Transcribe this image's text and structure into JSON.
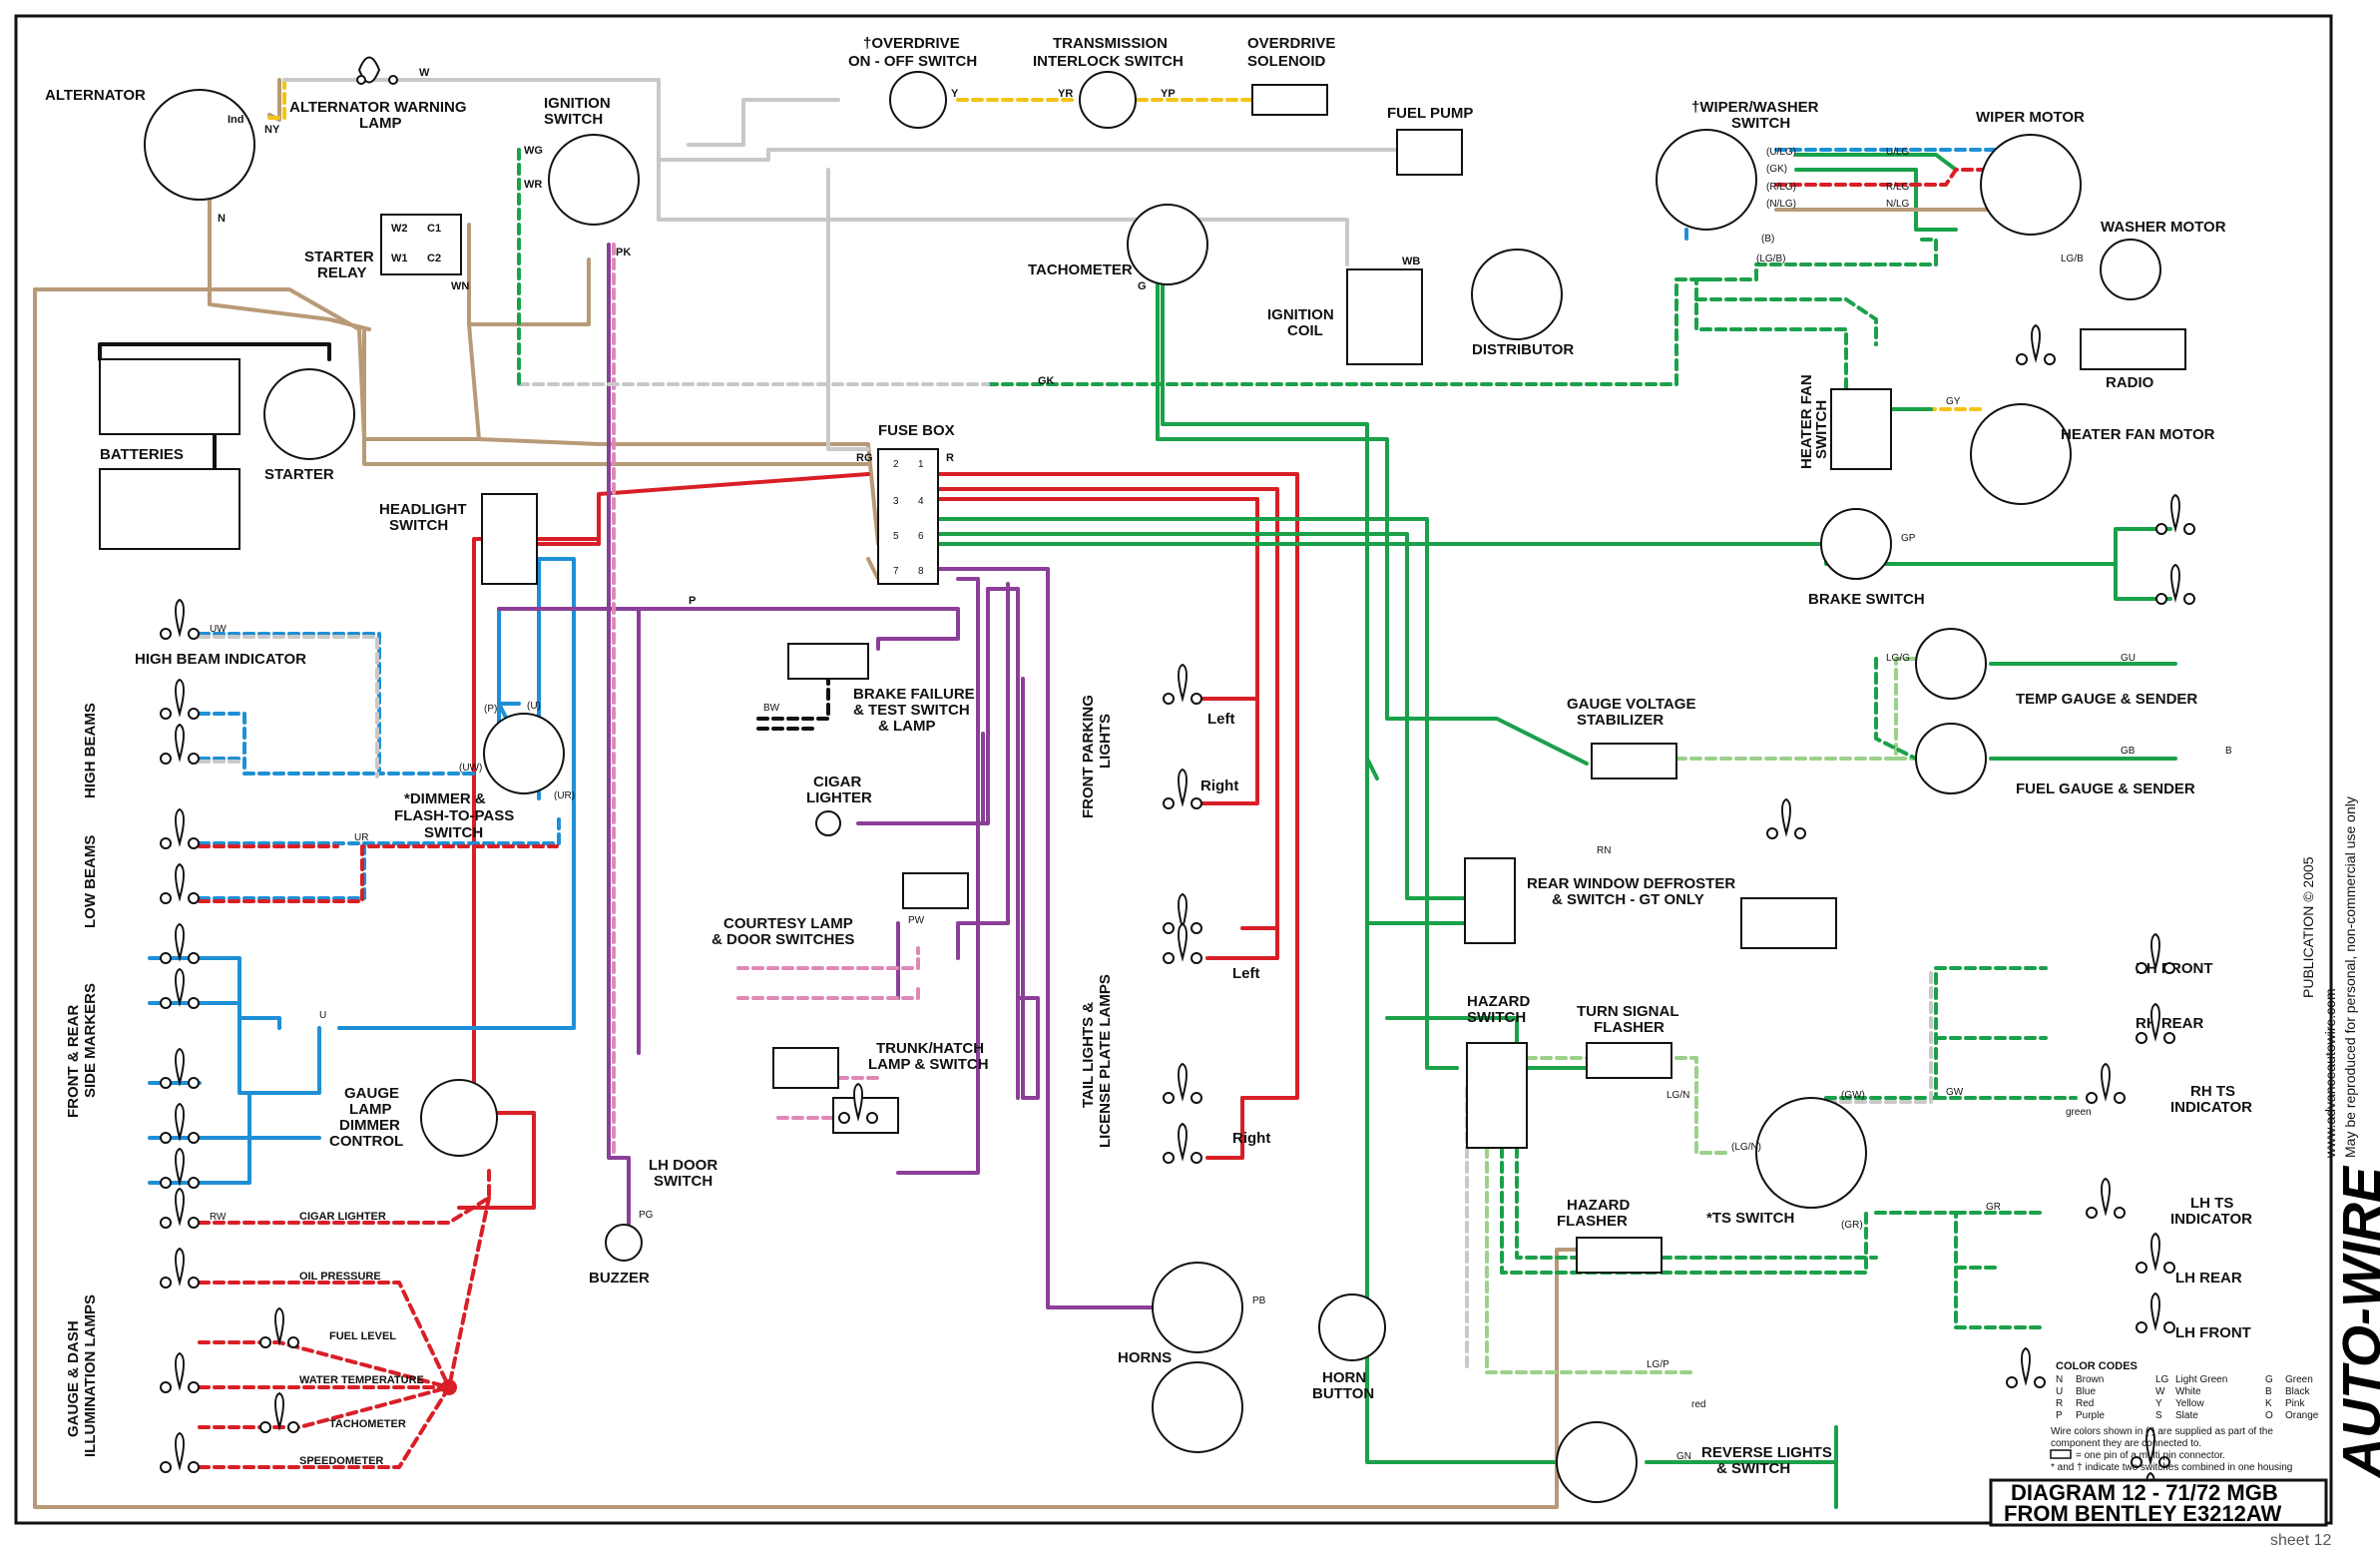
{
  "title": {
    "line1": "DIAGRAM 12 - 71/72 MGB",
    "line2": "FROM BENTLEY E3212AW"
  },
  "sheet": "sheet 12",
  "publisher": {
    "brand": "AUTO-WIRE",
    "credit": "PUBLICATION © 2005",
    "url": "www.advanceautowire.com",
    "notice": "May be reproduced for personal, non-commercial use only"
  },
  "colors": {
    "brown": "#b89a78",
    "red": "#d91f26",
    "blue": "#1f8fd6",
    "green": "#1aa14a",
    "purple": "#8c3f98",
    "white": "#c8c8c8",
    "lightgreen": "#9bd18a",
    "yellow": "#f3c316",
    "black": "#111111",
    "pink": "#e089b7",
    "frame": "#111111"
  },
  "components": {
    "alternator": "ALTERNATOR",
    "alt_warning_lamp": [
      "ALTERNATOR WARNING",
      "LAMP"
    ],
    "ignition_switch": [
      "IGNITION",
      "SWITCH"
    ],
    "starter_relay": [
      "STARTER",
      "RELAY"
    ],
    "batteries": "BATTERIES",
    "starter": "STARTER",
    "headlight_switch": [
      "HEADLIGHT",
      "SWITCH"
    ],
    "overdrive_switch": [
      "†OVERDRIVE",
      "ON - OFF SWITCH"
    ],
    "interlock_switch": [
      "TRANSMISSION",
      "INTERLOCK SWITCH"
    ],
    "overdrive_solenoid": [
      "OVERDRIVE",
      "SOLENOID"
    ],
    "fuel_pump": "FUEL PUMP",
    "tachometer": "TACHOMETER",
    "ignition_coil": [
      "IGNITION",
      "COIL"
    ],
    "distributor": "DISTRIBUTOR",
    "wiper_switch": [
      "†WIPER/WASHER",
      "SWITCH"
    ],
    "wiper_motor": "WIPER MOTOR",
    "washer_motor": "WASHER MOTOR",
    "radio": "RADIO",
    "heater_fan_switch": [
      "HEATER FAN",
      "SWITCH"
    ],
    "heater_fan_motor": "HEATER FAN MOTOR",
    "fuse_box": "FUSE BOX",
    "brake_switch": "BRAKE SWITCH",
    "temp_gauge": "TEMP GAUGE & SENDER",
    "fuel_gauge": "FUEL GAUGE & SENDER",
    "gauge_stabilizer": [
      "GAUGE VOLTAGE",
      "STABILIZER"
    ],
    "high_beam_indicator": "HIGH BEAM INDICATOR",
    "high_beams": "HIGH BEAMS",
    "low_beams": "LOW BEAMS",
    "side_markers": [
      "FRONT & REAR",
      "SIDE MARKERS"
    ],
    "dimmer_switch": [
      "*DIMMER &",
      "FLASH-TO-PASS",
      "SWITCH"
    ],
    "brake_failure": [
      "BRAKE FAILURE",
      "& TEST SWITCH",
      "& LAMP"
    ],
    "cigar_lighter": [
      "CIGAR",
      "LIGHTER"
    ],
    "courtesy_lamp": [
      "COURTESY LAMP",
      "& DOOR SWITCHES"
    ],
    "trunk_lamp": [
      "TRUNK/HATCH",
      "LAMP & SWITCH"
    ],
    "front_parking": [
      "FRONT PARKING",
      "LIGHTS"
    ],
    "tail_lights": [
      "TAIL LIGHTS &",
      "LICENSE PLATE LAMPS"
    ],
    "rear_defroster": [
      "REAR WINDOW DEFROSTER",
      "& SWITCH - GT ONLY"
    ],
    "hazard_switch": [
      "HAZARD",
      "SWITCH"
    ],
    "turn_flasher": [
      "TURN SIGNAL",
      "FLASHER"
    ],
    "hazard_flasher": [
      "HAZARD",
      "FLASHER"
    ],
    "ts_switch": "*TS SWITCH",
    "gauge_lamp_dimmer": [
      "GAUGE",
      "LAMP",
      "DIMMER",
      "CONTROL"
    ],
    "lh_door_switch": [
      "LH DOOR",
      "SWITCH"
    ],
    "buzzer": "BUZZER",
    "horns": "HORNS",
    "horn_button": [
      "HORN",
      "BUTTON"
    ],
    "reverse_lights": [
      "REVERSE LIGHTS",
      "& SWITCH"
    ],
    "dash_lamps": [
      "GAUGE & DASH",
      "ILLUMINATION LAMPS"
    ],
    "rh_front": "RH FRONT",
    "rh_rear": "RH REAR",
    "rh_ts": [
      "RH TS",
      "INDICATOR"
    ],
    "lh_ts": [
      "LH TS",
      "INDICATOR"
    ],
    "lh_rear": "LH REAR",
    "lh_front": "LH FRONT",
    "left": "Left",
    "right": "Right"
  },
  "dash_lamp_labels": [
    "CIGAR LIGHTER",
    "OIL PRESSURE",
    "FUEL LEVEL",
    "WATER TEMPERATURE",
    "TACHOMETER",
    "SPEEDOMETER"
  ],
  "legend": {
    "heading": "COLOR CODES",
    "codes": [
      [
        "N",
        "Brown",
        "LG",
        "Light Green",
        "G",
        "Green"
      ],
      [
        "U",
        "Blue",
        "W",
        "White",
        "B",
        "Black"
      ],
      [
        "R",
        "Red",
        "Y",
        "Yellow",
        "K",
        "Pink"
      ],
      [
        "P",
        "Purple",
        "S",
        "Slate",
        "O",
        "Orange"
      ]
    ],
    "notes": [
      "Wire colors shown in ( ) are supplied as part of the",
      "component they are connected to.",
      "= one pin of a multi pin connector.",
      "* and † indicate two switches combined in one housing"
    ]
  },
  "wire_codes": [
    "W",
    "N",
    "NY",
    "Ind",
    "WG",
    "WR",
    "PK",
    "W2",
    "C1",
    "W1",
    "C2",
    "WN",
    "Y",
    "YR",
    "YP",
    "WB",
    "G",
    "RG",
    "R",
    "P",
    "GK",
    "(U/LG)",
    "(GK)",
    "(R/LG)",
    "(N/LG)",
    "U/LG",
    "R/LG",
    "N/LG",
    "(B)",
    "(LG/B)",
    "LG/B",
    "GY",
    "GP",
    "LG/G",
    "GU",
    "GB",
    "B",
    "UW",
    "(UW)",
    "(U)",
    "(UR)",
    "(P)",
    "UR",
    "U",
    "BW",
    "PW",
    "PB",
    "PG",
    "RW",
    "RN",
    "(GW)",
    "GW",
    "green",
    "(LG/N)",
    "LG/N",
    "(GR)",
    "GR",
    "LG/P",
    "red",
    "GN",
    "1",
    "2",
    "3",
    "4",
    "5",
    "6",
    "7",
    "8"
  ]
}
